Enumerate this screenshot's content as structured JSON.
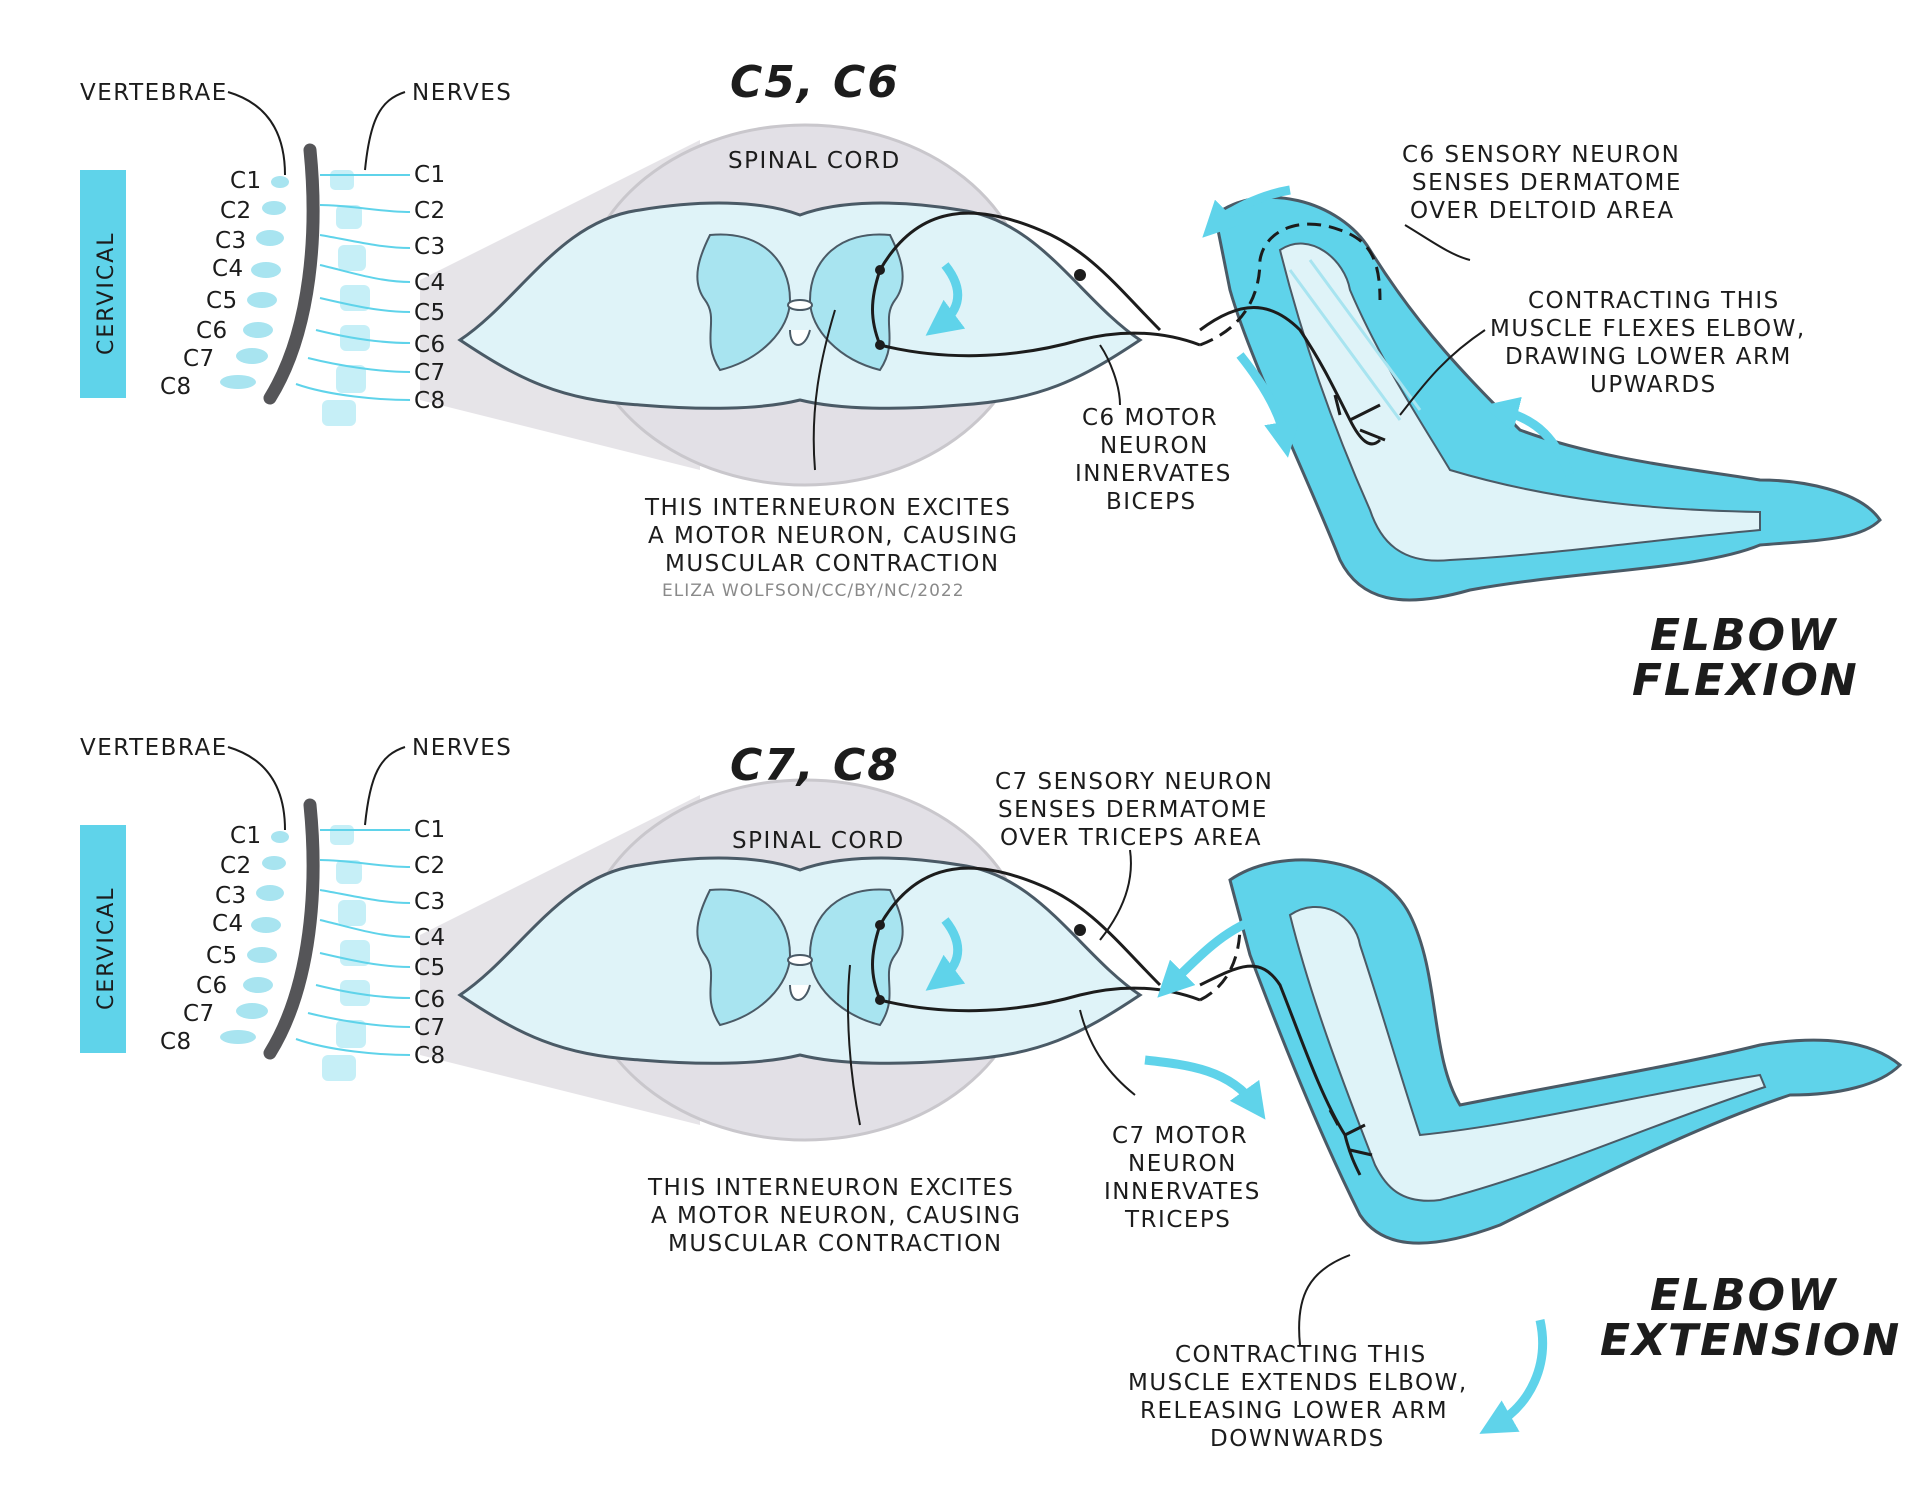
{
  "panels": [
    {
      "id": "flexion",
      "heading": "C5, C6",
      "vertebrae_label": "VERTEBRAE",
      "nerves_label": "NERVES",
      "cervical_label": "CERVICAL",
      "vertebra_labels": [
        "C1",
        "C2",
        "C3",
        "C4",
        "C5",
        "C6",
        "C7",
        "C8"
      ],
      "nerve_labels": [
        "C1",
        "C2",
        "C3",
        "C4",
        "C5",
        "C6",
        "C7",
        "C8"
      ],
      "highlighted_nerves": [
        "C5",
        "C6"
      ],
      "spinal_cord_label": "SPINAL CORD",
      "interneuron_note": [
        "THIS INTERNEURON EXCITES",
        "A MOTOR NEURON, CAUSING",
        "MUSCULAR CONTRACTION"
      ],
      "credit": "ELIZA WOLFSON/CC/BY/NC/2022",
      "motor_note": [
        "C6 MOTOR",
        "NEURON",
        "INNERVATES",
        "BICEPS"
      ],
      "sensory_note": [
        "C6 SENSORY NEURON",
        "SENSES DERMATOME",
        "OVER DELTOID AREA"
      ],
      "muscle_note": [
        "CONTRACTING THIS",
        "MUSCLE FLEXES ELBOW,",
        "DRAWING LOWER ARM",
        "UPWARDS"
      ],
      "movement": [
        "ELBOW",
        "FLEXION"
      ]
    },
    {
      "id": "extension",
      "heading": "C7, C8",
      "vertebrae_label": "VERTEBRAE",
      "nerves_label": "NERVES",
      "cervical_label": "CERVICAL",
      "vertebra_labels": [
        "C1",
        "C2",
        "C3",
        "C4",
        "C5",
        "C6",
        "C7",
        "C8"
      ],
      "nerve_labels": [
        "C1",
        "C2",
        "C3",
        "C4",
        "C5",
        "C6",
        "C7",
        "C8"
      ],
      "highlighted_nerves": [
        "C7",
        "C8"
      ],
      "spinal_cord_label": "SPINAL CORD",
      "interneuron_note": [
        "THIS INTERNEURON EXCITES",
        "A MOTOR NEURON, CAUSING",
        "MUSCULAR CONTRACTION"
      ],
      "motor_note": [
        "C7 MOTOR",
        "NEURON",
        "INNERVATES",
        "TRICEPS"
      ],
      "sensory_note": [
        "C7 SENSORY NEURON",
        "SENSES DERMATOME",
        "OVER TRICEPS AREA"
      ],
      "muscle_note": [
        "CONTRACTING THIS",
        "MUSCLE EXTENDS ELBOW,",
        "RELEASING LOWER ARM",
        "DOWNWARDS"
      ],
      "movement": [
        "ELBOW",
        "EXTENSION"
      ]
    }
  ],
  "colors": {
    "accent_blue": "#5fd3ea",
    "light_blue": "#dff3f8",
    "mid_blue": "#a8e4f0",
    "outline": "#4a5a66",
    "cord_shadow": "#e2e0e6",
    "spine_gray": "#555558",
    "ink": "#1c1c1c"
  },
  "icons": [
    "curved-arrow-icon"
  ]
}
